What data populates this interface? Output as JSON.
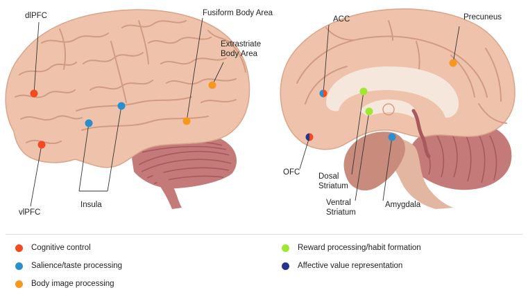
{
  "colors": {
    "brain": "#efc3ab",
    "brain_outline": "#d9a48a",
    "gyri": "#d39a82",
    "cerebellum": "#c37a78",
    "cerebellum_dark": "#a7595d",
    "stem": "#e3b6a2",
    "thalamus": "#c98c7c",
    "ventricle": "#f6e7dc",
    "red": "#f24a21",
    "blue": "#2b8fce",
    "orange": "#f7981e",
    "green": "#9ee830",
    "navy": "#27348b"
  },
  "lateral_labels": {
    "dlpfc": "dlPFC",
    "vlpfc": "vlPFC",
    "insula": "Insula",
    "fusiform": "Fusiform Body Area",
    "extrastriate_1": "Extrastriate",
    "extrastriate_2": "Body Area"
  },
  "medial_labels": {
    "acc": "ACC",
    "precuneus": "Precuneus",
    "ofc": "OFC",
    "dosal_1": "Dosal",
    "dosal_2": "Striatum",
    "ventral_1": "Ventral",
    "ventral_2": "Striatum",
    "amygdala": "Amygdala"
  },
  "legend": [
    {
      "label": "Cognitive control",
      "color": "#f24a21"
    },
    {
      "label": "Salience/taste processing",
      "color": "#2b8fce"
    },
    {
      "label": "Body image processing",
      "color": "#f7981e"
    },
    {
      "label": "Reward processing/habit formation",
      "color": "#9ee830"
    },
    {
      "label": "Affective value representation",
      "color": "#27348b"
    }
  ]
}
